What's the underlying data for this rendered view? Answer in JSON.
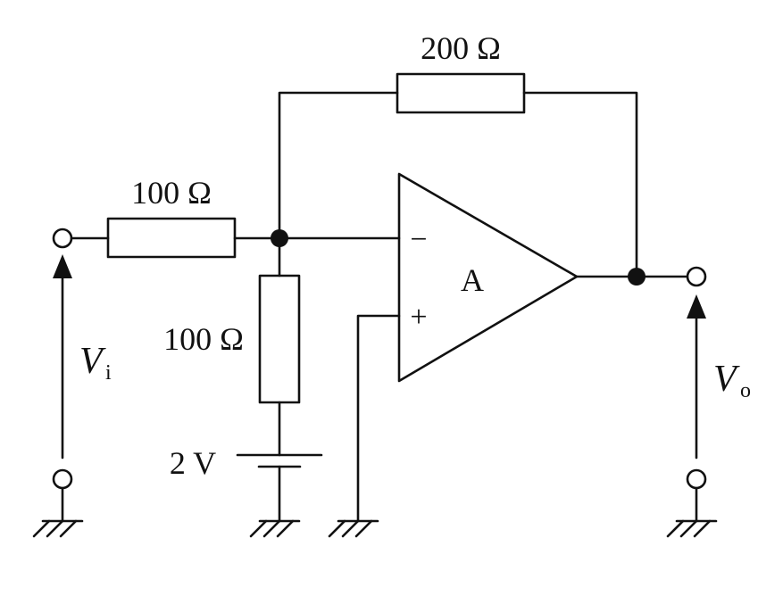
{
  "labels": {
    "r_feedback": "200 Ω",
    "r_input": "100 Ω",
    "r_bias": "100 Ω",
    "battery": "2 V",
    "opamp": "A",
    "minus_sign": "−",
    "plus_sign": "+",
    "vin_main": "V",
    "vin_sub": "i",
    "vout_main": "V",
    "vout_sub": "o"
  }
}
